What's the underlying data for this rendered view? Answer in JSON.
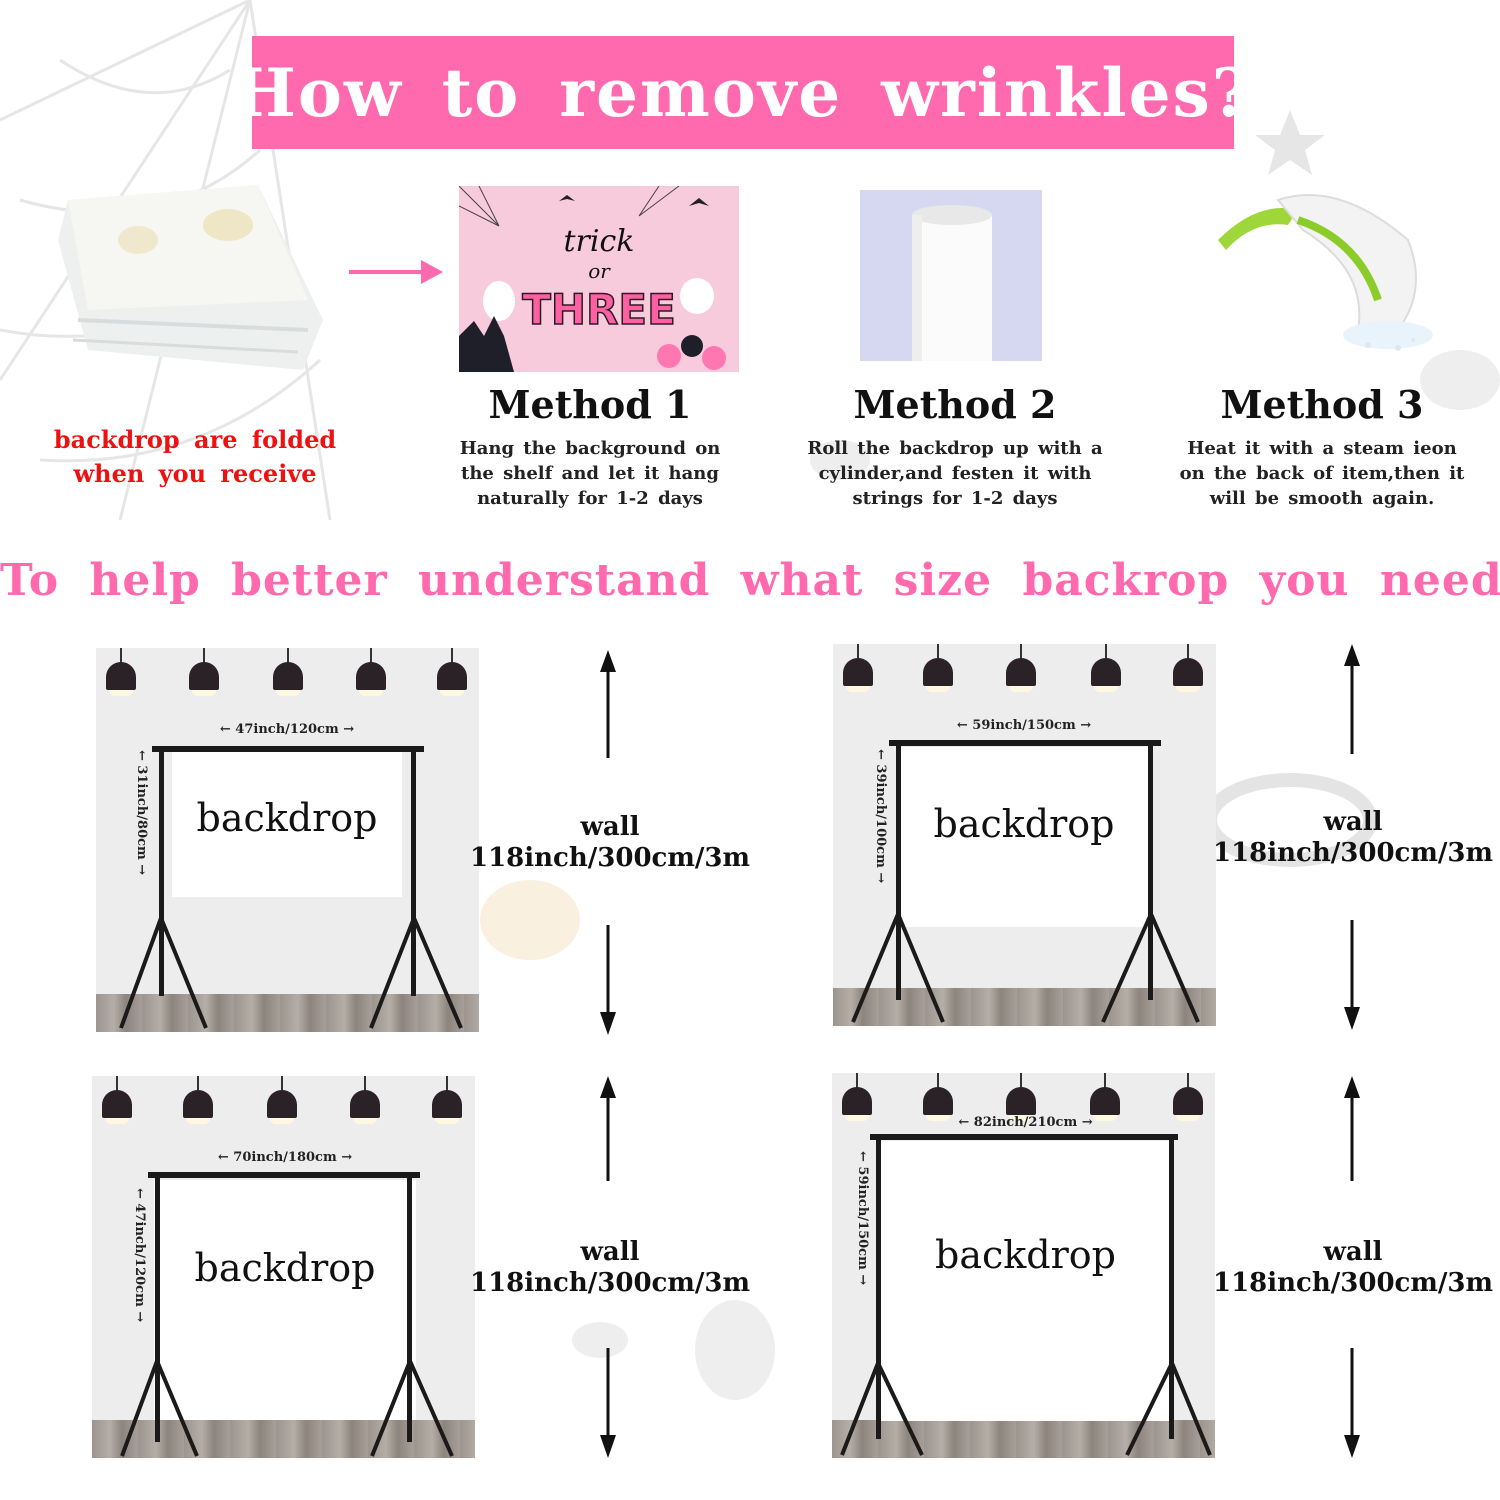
{
  "title": "How to remove wrinkles?",
  "folded_caption": "backdrop are folded when you receive",
  "banner_preview": {
    "line1": "trick",
    "line2": "or",
    "line3": "THREE"
  },
  "methods": [
    {
      "title": "Method 1",
      "desc": "Hang the background on the shelf and let it hang naturally for 1-2 days"
    },
    {
      "title": "Method 2",
      "desc": "Roll the backdrop up with a cylinder,and festen it with strings for 1-2 days"
    },
    {
      "title": "Method 3",
      "desc": "Heat it with a steam ieon on the back of item,then it will be smooth again."
    }
  ],
  "subtitle": "To help better understand what size backrop you need:",
  "sizes": [
    {
      "width_label": "47inch/120cm",
      "height_label": "31inch/80cm",
      "backdrop_label": "backdrop",
      "wall_label": "wall",
      "wall_size": "118inch/300cm/3m"
    },
    {
      "width_label": "59inch/150cm",
      "height_label": "39inch/100cm",
      "backdrop_label": "backdrop",
      "wall_label": "wall",
      "wall_size": "118inch/300cm/3m"
    },
    {
      "width_label": "70inch/180cm",
      "height_label": "47inch/120cm",
      "backdrop_label": "backdrop",
      "wall_label": "wall",
      "wall_size": "118inch/300cm/3m"
    },
    {
      "width_label": "82inch/210cm",
      "height_label": "59inch/150cm",
      "backdrop_label": "backdrop",
      "wall_label": "wall",
      "wall_size": "118inch/300cm/3m"
    }
  ],
  "colors": {
    "pink": "#ff69ad",
    "red_caption": "#ee1111"
  }
}
